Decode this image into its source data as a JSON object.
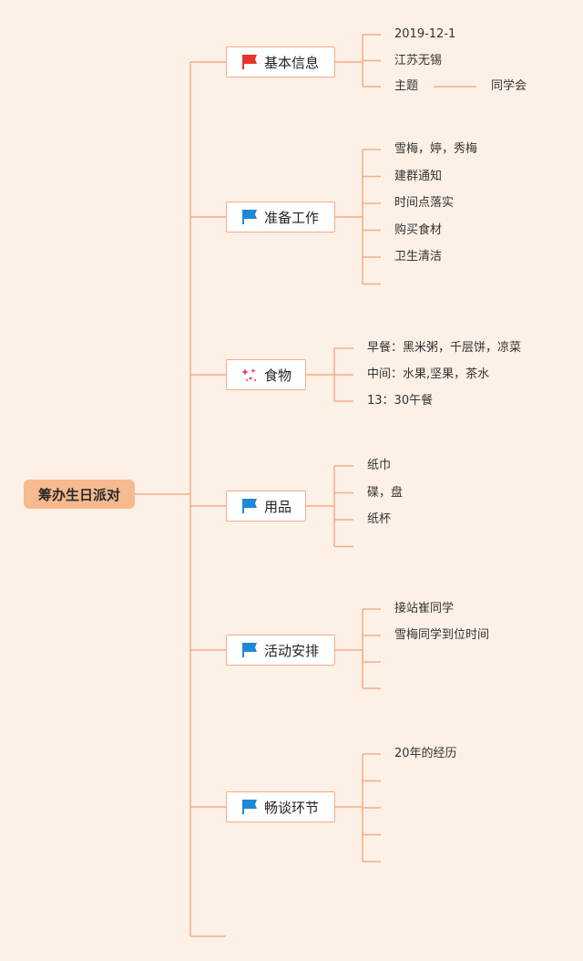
{
  "colors": {
    "background": "#fdf0e6",
    "line": "#f3ad85",
    "root_fill": "#f7b98f",
    "flag_red": "#e8322b",
    "flag_blue": "#1e88d6",
    "food_icon": "#e8325a"
  },
  "root": {
    "label": "筹办生日派对"
  },
  "branches": [
    {
      "label": "基本信息",
      "icon": "red-flag-icon",
      "children": [
        "2019-12-1",
        "江苏无锡",
        "主题"
      ],
      "sub": {
        "parent": "主题",
        "label": "同学会"
      }
    },
    {
      "label": "准备工作",
      "icon": "blue-flag-icon",
      "children": [
        "雪梅，婷，秀梅",
        "建群通知",
        "时间点落实",
        "购买食材",
        "卫生清洁",
        ""
      ]
    },
    {
      "label": "食物",
      "icon": "sparkle-icon",
      "children": [
        "早餐：黑米粥，千层饼，凉菜",
        "中间：水果,坚果，茶水",
        "13：30午餐"
      ]
    },
    {
      "label": "用品",
      "icon": "blue-flag-icon",
      "children": [
        "纸巾",
        "碟，盘",
        "纸杯",
        ""
      ]
    },
    {
      "label": "活动安排",
      "icon": "blue-flag-icon",
      "children": [
        "接站崔同学",
        "雪梅同学到位时间",
        "",
        ""
      ]
    },
    {
      "label": "畅谈环节",
      "icon": "blue-flag-icon",
      "children": [
        "20年的经历",
        "",
        "",
        "",
        ""
      ]
    },
    {
      "label": "",
      "icon": "",
      "children": []
    }
  ]
}
